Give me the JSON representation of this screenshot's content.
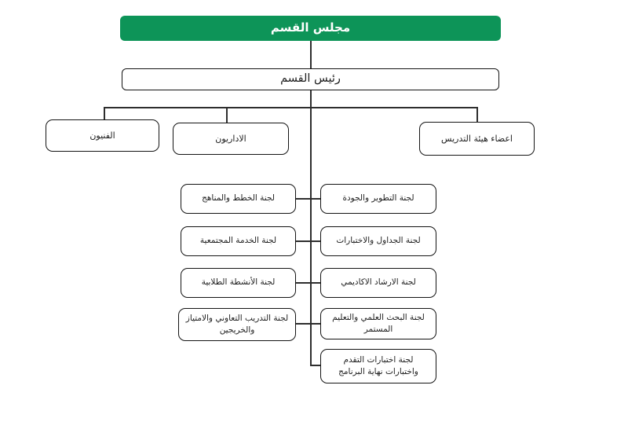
{
  "org_chart": {
    "type": "organizational-chart",
    "direction": "rtl",
    "colors": {
      "root_bg": "#0d9458",
      "root_text": "#ffffff",
      "box_bg": "#ffffff",
      "box_border": "#141414",
      "line": "#2e2e2e"
    },
    "root": {
      "label": "مجلس القسم"
    },
    "head": {
      "label": "رئيس القسم"
    },
    "groups": [
      {
        "label": "الفنيون"
      },
      {
        "label": "الاداريون"
      },
      {
        "label": "اعضاء هيئة التدريس"
      }
    ],
    "committees_left": [
      {
        "label": "لجنة الخطط والمناهج"
      },
      {
        "label": "لجنة الخدمة المجتمعية"
      },
      {
        "label": "لجنة الأنشطة الطلابية"
      },
      {
        "label": "لجنة التدريب التعاوني والامتياز والخريجين"
      }
    ],
    "committees_right": [
      {
        "label": "لجنة التطوير والجودة"
      },
      {
        "label": "لجنة الجداول والاختبارات"
      },
      {
        "label": "لجنة الارشاد الاكاديمي"
      },
      {
        "label": "لجنة البحث العلمي والتعليم المستمر"
      },
      {
        "label": "لجنة اختبارات التقدم واختبارات نهاية البرنامج"
      }
    ]
  }
}
